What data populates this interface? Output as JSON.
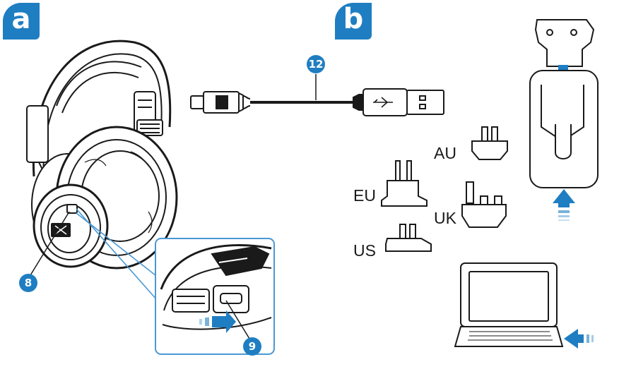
{
  "panels": {
    "a": {
      "label": "a"
    },
    "b": {
      "label": "b"
    }
  },
  "callouts": {
    "cable": "12",
    "headset_socket": "8",
    "micro_usb_port": "9"
  },
  "adapters": {
    "au": "AU",
    "eu": "EU",
    "uk": "UK",
    "us": "US"
  },
  "colors": {
    "accent": "#1f7ec2",
    "frame": "#4a98d3",
    "line": "#1a1a1a"
  }
}
